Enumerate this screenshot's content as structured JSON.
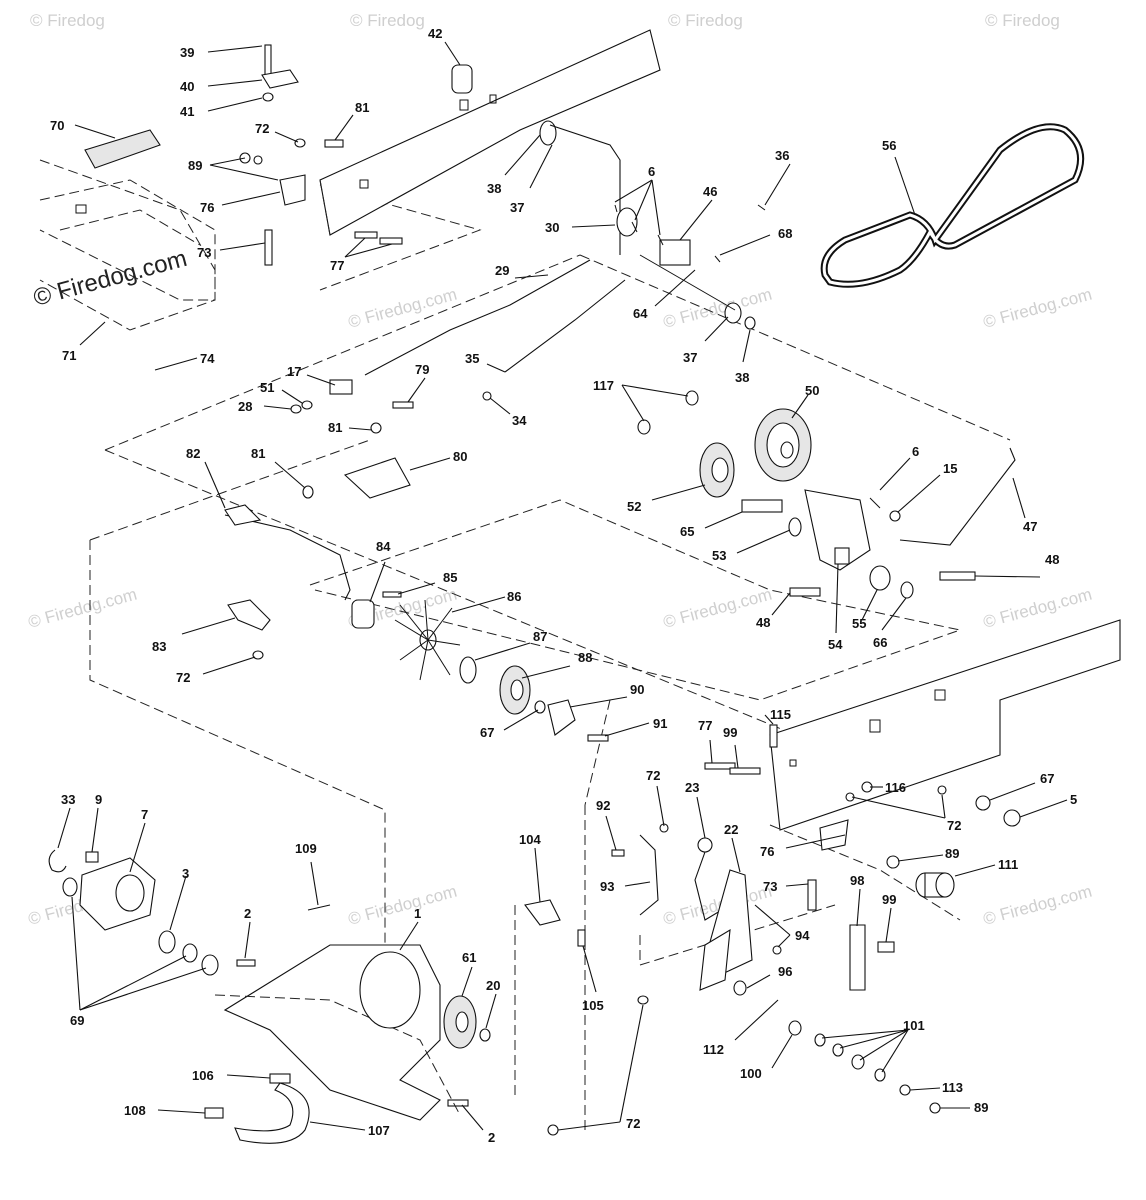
{
  "watermarks": {
    "copyright_text": "© Firedog.com",
    "corner_text": "© Firedog"
  },
  "callouts": [
    {
      "id": "39",
      "label": "39"
    },
    {
      "id": "40",
      "label": "40"
    },
    {
      "id": "41",
      "label": "41"
    },
    {
      "id": "70",
      "label": "70"
    },
    {
      "id": "42",
      "label": "42"
    },
    {
      "id": "81a",
      "label": "81"
    },
    {
      "id": "72a",
      "label": "72"
    },
    {
      "id": "89a",
      "label": "89"
    },
    {
      "id": "76a",
      "label": "76"
    },
    {
      "id": "73a",
      "label": "73"
    },
    {
      "id": "77a",
      "label": "77"
    },
    {
      "id": "38a",
      "label": "38"
    },
    {
      "id": "37a",
      "label": "37"
    },
    {
      "id": "6a",
      "label": "6"
    },
    {
      "id": "36",
      "label": "36"
    },
    {
      "id": "56",
      "label": "56"
    },
    {
      "id": "46",
      "label": "46"
    },
    {
      "id": "30",
      "label": "30"
    },
    {
      "id": "68",
      "label": "68"
    },
    {
      "id": "29",
      "label": "29"
    },
    {
      "id": "64",
      "label": "64"
    },
    {
      "id": "37b",
      "label": "37"
    },
    {
      "id": "38b",
      "label": "38"
    },
    {
      "id": "71",
      "label": "71"
    },
    {
      "id": "74",
      "label": "74"
    },
    {
      "id": "17",
      "label": "17"
    },
    {
      "id": "51",
      "label": "51"
    },
    {
      "id": "28",
      "label": "28"
    },
    {
      "id": "79",
      "label": "79"
    },
    {
      "id": "35",
      "label": "35"
    },
    {
      "id": "34",
      "label": "34"
    },
    {
      "id": "117",
      "label": "117"
    },
    {
      "id": "50",
      "label": "50"
    },
    {
      "id": "81b",
      "label": "81"
    },
    {
      "id": "82",
      "label": "82"
    },
    {
      "id": "81c",
      "label": "81"
    },
    {
      "id": "80",
      "label": "80"
    },
    {
      "id": "6b",
      "label": "6"
    },
    {
      "id": "15",
      "label": "15"
    },
    {
      "id": "47",
      "label": "47"
    },
    {
      "id": "52",
      "label": "52"
    },
    {
      "id": "65",
      "label": "65"
    },
    {
      "id": "53",
      "label": "53"
    },
    {
      "id": "48a",
      "label": "48"
    },
    {
      "id": "84",
      "label": "84"
    },
    {
      "id": "85",
      "label": "85"
    },
    {
      "id": "86",
      "label": "86"
    },
    {
      "id": "48b",
      "label": "48"
    },
    {
      "id": "55",
      "label": "55"
    },
    {
      "id": "66",
      "label": "66"
    },
    {
      "id": "54",
      "label": "54"
    },
    {
      "id": "83",
      "label": "83"
    },
    {
      "id": "87",
      "label": "87"
    },
    {
      "id": "72b",
      "label": "72"
    },
    {
      "id": "88",
      "label": "88"
    },
    {
      "id": "90",
      "label": "90"
    },
    {
      "id": "67a",
      "label": "67"
    },
    {
      "id": "91",
      "label": "91"
    },
    {
      "id": "115",
      "label": "115"
    },
    {
      "id": "77b",
      "label": "77"
    },
    {
      "id": "99a",
      "label": "99"
    },
    {
      "id": "72c",
      "label": "72"
    },
    {
      "id": "92",
      "label": "92"
    },
    {
      "id": "23",
      "label": "23"
    },
    {
      "id": "116",
      "label": "116"
    },
    {
      "id": "67b",
      "label": "67"
    },
    {
      "id": "5",
      "label": "5"
    },
    {
      "id": "72d",
      "label": "72"
    },
    {
      "id": "33",
      "label": "33"
    },
    {
      "id": "9",
      "label": "9"
    },
    {
      "id": "7",
      "label": "7"
    },
    {
      "id": "104",
      "label": "104"
    },
    {
      "id": "22",
      "label": "22"
    },
    {
      "id": "76b",
      "label": "76"
    },
    {
      "id": "89b",
      "label": "89"
    },
    {
      "id": "111",
      "label": "111"
    },
    {
      "id": "109",
      "label": "109"
    },
    {
      "id": "93",
      "label": "93"
    },
    {
      "id": "73b",
      "label": "73"
    },
    {
      "id": "98",
      "label": "98"
    },
    {
      "id": "99b",
      "label": "99"
    },
    {
      "id": "3",
      "label": "3"
    },
    {
      "id": "2a",
      "label": "2"
    },
    {
      "id": "1",
      "label": "1"
    },
    {
      "id": "94",
      "label": "94"
    },
    {
      "id": "61",
      "label": "61"
    },
    {
      "id": "20",
      "label": "20"
    },
    {
      "id": "105",
      "label": "105"
    },
    {
      "id": "96",
      "label": "96"
    },
    {
      "id": "101",
      "label": "101"
    },
    {
      "id": "69",
      "label": "69"
    },
    {
      "id": "112",
      "label": "112"
    },
    {
      "id": "100",
      "label": "100"
    },
    {
      "id": "106",
      "label": "106"
    },
    {
      "id": "113",
      "label": "113"
    },
    {
      "id": "108",
      "label": "108"
    },
    {
      "id": "107",
      "label": "107"
    },
    {
      "id": "89c",
      "label": "89"
    },
    {
      "id": "2b",
      "label": "2"
    },
    {
      "id": "72e",
      "label": "72"
    }
  ]
}
